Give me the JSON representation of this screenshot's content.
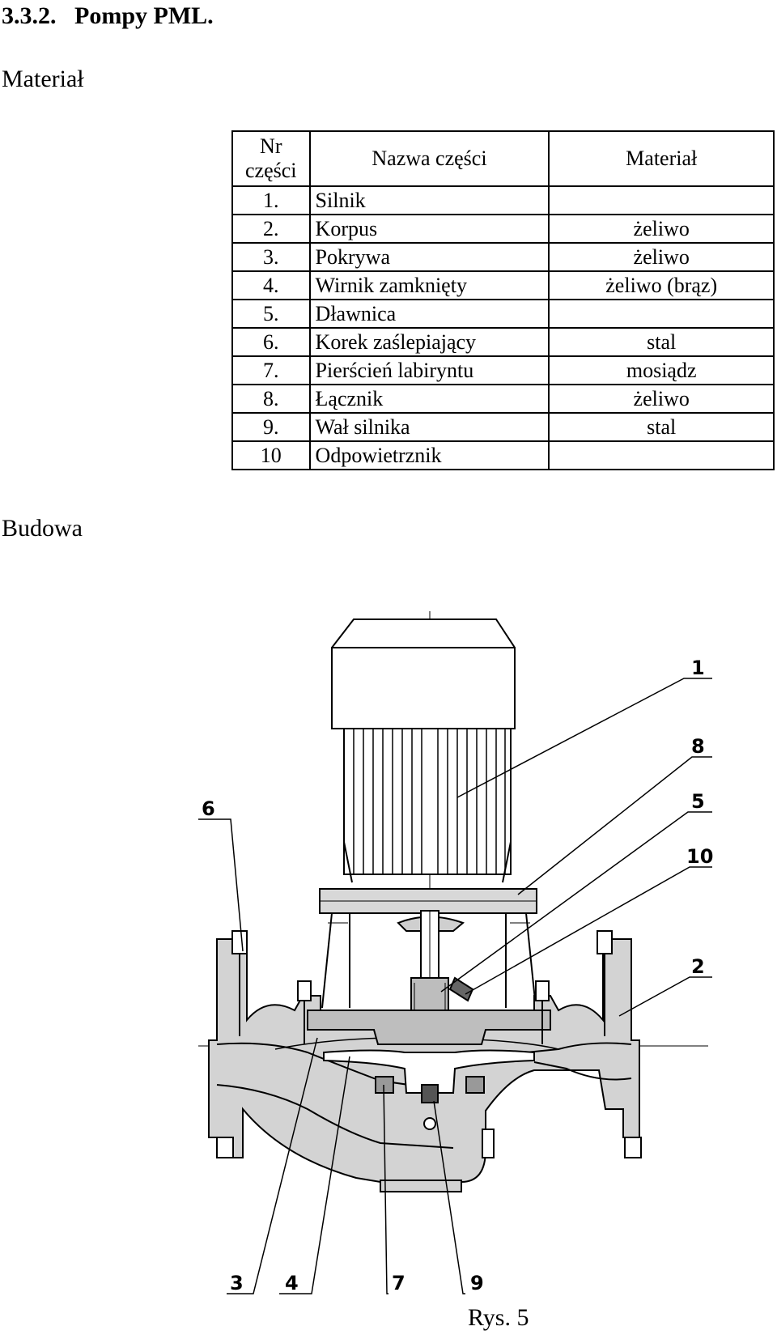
{
  "heading": {
    "number": "3.3.2.",
    "title": "Pompy PML."
  },
  "material_label": "Materiał",
  "parts_table": {
    "headers": {
      "nr": "Nr części",
      "name": "Nazwa części",
      "material": "Materiał"
    },
    "rows": [
      {
        "nr": "1.",
        "name": "Silnik",
        "material": ""
      },
      {
        "nr": "2.",
        "name": "Korpus",
        "material": "żeliwo"
      },
      {
        "nr": "3.",
        "name": "Pokrywa",
        "material": "żeliwo"
      },
      {
        "nr": "4.",
        "name": "Wirnik zamknięty",
        "material": "żeliwo (brąz)"
      },
      {
        "nr": "5.",
        "name": "Dławnica",
        "material": ""
      },
      {
        "nr": "6.",
        "name": "Korek zaślepiający",
        "material": "stal"
      },
      {
        "nr": "7.",
        "name": "Pierścień labiryntu",
        "material": "mosiądz"
      },
      {
        "nr": "8.",
        "name": "Łącznik",
        "material": "żeliwo"
      },
      {
        "nr": "9.",
        "name": "Wał silnika",
        "material": "stal"
      },
      {
        "nr": "10",
        "name": "Odpowietrznik",
        "material": ""
      }
    ]
  },
  "budowa_label": "Budowa",
  "drawing": {
    "callouts": [
      "1",
      "8",
      "5",
      "10",
      "2",
      "6",
      "3",
      "4",
      "7",
      "9"
    ]
  },
  "caption": "Rys. 5"
}
